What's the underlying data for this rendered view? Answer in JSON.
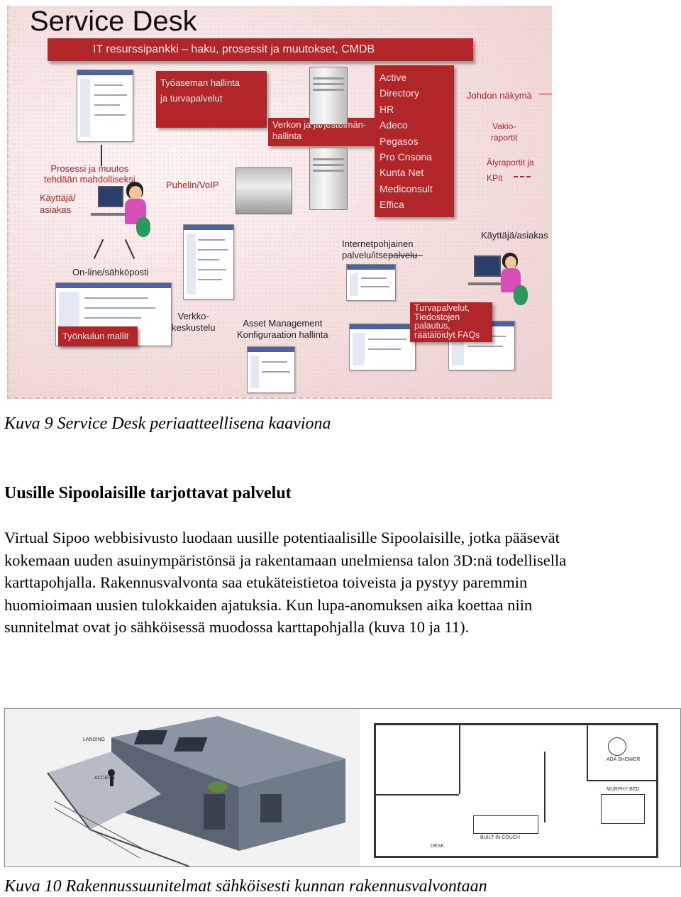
{
  "diagram": {
    "title": "Service Desk",
    "banner": "IT resurssipankki – haku, prosessit ja muutokset, CMDB",
    "labels": {
      "tyoasema_line1": "Työaseman hallinta",
      "tyoasema_line2": "ja turvapalvelut",
      "verkon_line1": "Verkon ja järjestelmän-",
      "verkon_line2": "hallinta",
      "prosessi_line1": "Prosessi ja muutos",
      "prosessi_line2": "tehdään mahdolliseksi",
      "kayttaja_line1": "Käyttäjä/",
      "kayttaja_line2": "asiakas",
      "puhelin": "Puhelin/VoIP",
      "johdon": "Johdon näkymä",
      "vakio_line1": "Vakio-",
      "vakio_line2": "raportit",
      "aly_line1": "Älyraportit ja",
      "aly_line2": "KPIt",
      "kayttaja_right": "Käyttäjä/asiakas",
      "internet_line1": "Internetpohjainen",
      "internet_line2": "palvelu/itsepalvelu",
      "online": "On-line/sähköposti",
      "tyonkulku": "Työnkulun mallit",
      "verkko_line1": "Verkko-",
      "verkko_line2": "keskustelu",
      "asset_line1": "Asset Management",
      "asset_line2": "Konfiguraation hallinta",
      "turva_line1": "Turvapalvelut,",
      "turva_line2": "Tiedostojen",
      "turva_line3": "palautus,",
      "turva_line4": "räätälöidyt FAQs"
    },
    "systems": [
      "Active",
      "Directory",
      "HR",
      "Adeco",
      "Pegasos",
      "Pro Cnsona",
      "Kunta Net",
      "Mediconsult",
      "Effica"
    ]
  },
  "caption1": "Kuva 9 Service Desk periaatteellisena kaaviona",
  "heading": "Uusille Sipoolaisille tarjottavat palvelut",
  "paragraph": [
    "Virtual Sipoo webbisivusto luodaan uusille potentiaalisille Sipoolaisille, jotka pääsevät",
    "kokemaan uuden asuinympäristönsä ja rakentamaan unelmiensa talon 3D:nä todellisella",
    "karttapohjalla. Rakennusvalvonta saa etukäteistietoa toiveista ja pystyy paremmin",
    "huomioimaan uusien tulokkaiden ajatuksia. Kun lupa-anomuksen aika koettaa niin",
    "sunnitelmat ovat jo sähköisessä muodossa karttapohjalla (kuva 10 ja 11)."
  ],
  "plan_labels": {
    "landing": "LANDING",
    "access": "ACCESS",
    "ada_shower": "ADA SHOWER",
    "murphy_bed": "MURPHY BED",
    "built_in_couch": "BUILT-IN COUCH",
    "desk": "DESK"
  },
  "caption2": "Kuva 10 Rakennussuunitelmat sähköisesti kunnan rakennusvalvontaan",
  "colors": {
    "accent_red": "#b2262a",
    "background_pink": "#f4dede"
  }
}
